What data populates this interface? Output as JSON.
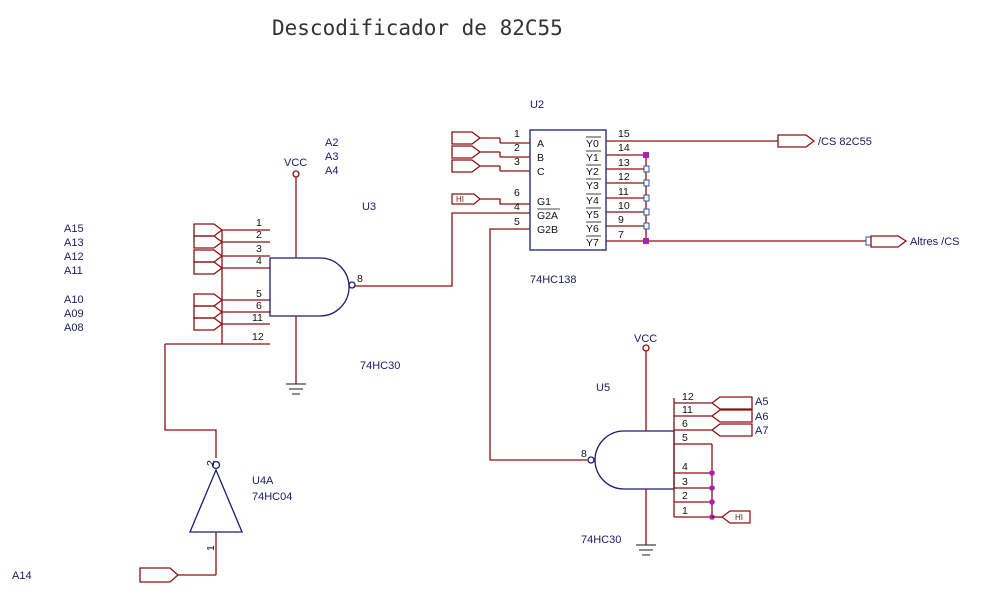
{
  "title": "Descodificador de 82C55",
  "labels": {
    "u2": "U2",
    "u3": "U3",
    "u5": "U5",
    "u4a": "U4A",
    "chip_138": "74HC138",
    "chip_30_u3": "74HC30",
    "chip_30_u5": "74HC30",
    "chip_04": "74HC04",
    "vcc_u3": "VCC",
    "vcc_u5": "VCC"
  },
  "left_addresses": [
    "A15",
    "A13",
    "A12",
    "A11",
    "A10",
    "A09",
    "A08"
  ],
  "abc_addresses": [
    "A2",
    "A3",
    "A4"
  ],
  "u5_addresses": [
    "A5",
    "A6",
    "A7"
  ],
  "a14": "A14",
  "hi_label": "HI",
  "outputs": {
    "cs": "/CS 82C55",
    "others": "Altres /CS"
  },
  "u2_inputs": [
    "A",
    "B",
    "C"
  ],
  "u2_enables": [
    "G1",
    "G2A",
    "G2B"
  ],
  "u2_outputs": [
    "Y0",
    "Y1",
    "Y2",
    "Y3",
    "Y4",
    "Y5",
    "Y6",
    "Y7"
  ],
  "u2_in_pins": [
    "1",
    "2",
    "3",
    "6",
    "4",
    "5"
  ],
  "u2_out_pins": [
    "15",
    "14",
    "13",
    "12",
    "11",
    "10",
    "9",
    "7"
  ],
  "u3_pins": [
    "1",
    "2",
    "3",
    "4",
    "5",
    "6",
    "11",
    "12"
  ],
  "u3_out_pin": "8",
  "u5_pins": [
    "12",
    "11",
    "6",
    "5",
    "4",
    "3",
    "2",
    "1"
  ],
  "u5_out_pin": "8",
  "u4a_pins": [
    "2",
    "1"
  ]
}
